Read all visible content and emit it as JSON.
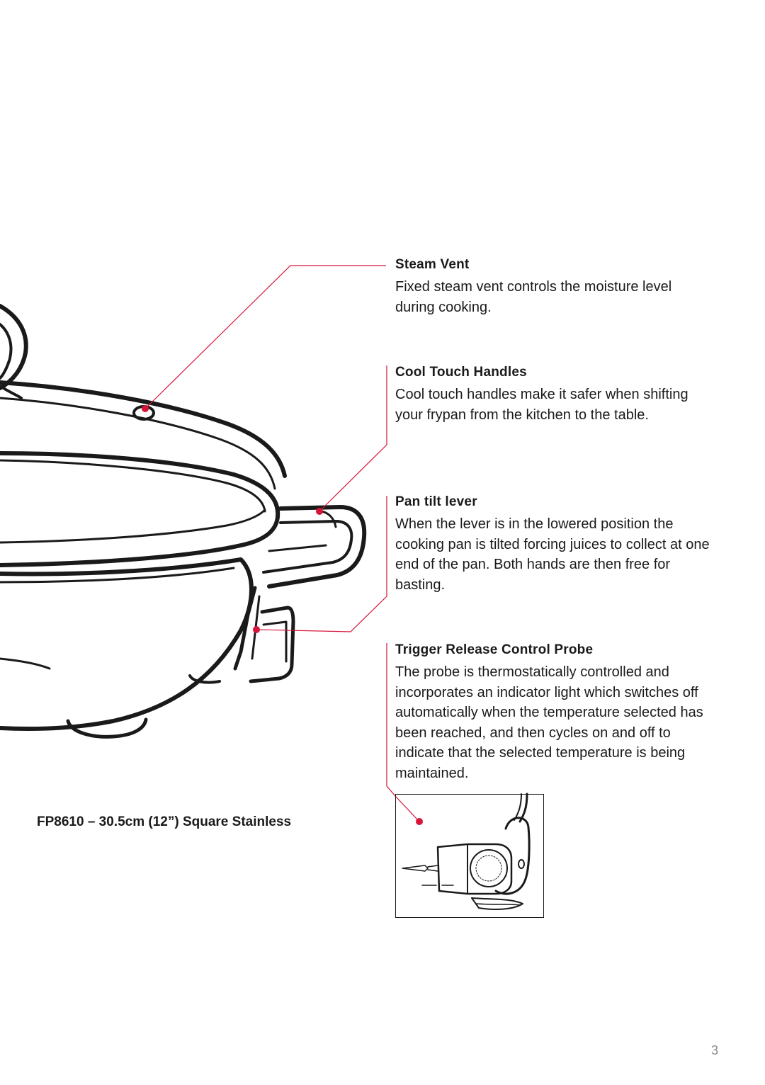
{
  "features": [
    {
      "title": "Steam Vent",
      "text": "Fixed steam vent controls the moisture level during cooking."
    },
    {
      "title": "Cool Touch Handles",
      "text": "Cool touch handles make it safer when shifting your frypan from the kitchen to the table."
    },
    {
      "title": "Pan tilt lever",
      "text": "When the lever is in the lowered position the cooking pan is tilted forcing juices to collect at one end of the pan. Both hands are then free for basting."
    },
    {
      "title": "Trigger Release Control Probe",
      "text": "The probe is thermostatically controlled and incorporates an indicator light which switches off automatically when the temperature selected has been reached, and then cycles on and off to indicate that the selected temperature is being maintained."
    }
  ],
  "caption": "FP8610 – 30.5cm (12”) Square Stainless",
  "page_number": "3",
  "colors": {
    "callout": "#d7153a",
    "ink": "#1a1a1a"
  }
}
